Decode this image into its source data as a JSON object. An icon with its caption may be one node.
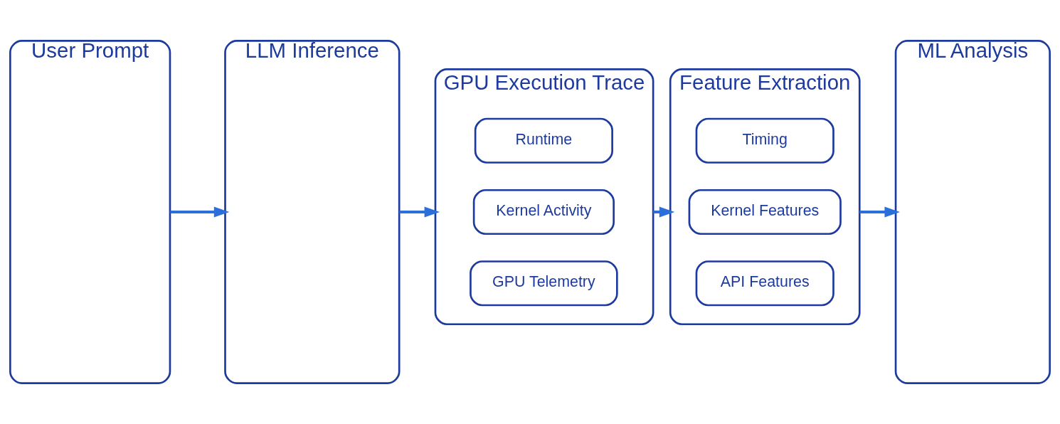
{
  "diagram": {
    "nodes": [
      {
        "text": [
          "User Prompt"
        ]
      },
      {
        "text": [
          "LLM Inference"
        ]
      },
      {
        "text": [
          "GPU Execution Trace"
        ]
      },
      {
        "text": [
          "Runtime"
        ],
        "in": 2
      },
      {
        "text": [
          "Kernel Activity"
        ],
        "in": 2
      },
      {
        "text": [
          "GPU Telemetry"
        ],
        "in": 2
      },
      {
        "text": [
          "Feature Extraction"
        ]
      },
      {
        "text": [
          "Timing"
        ],
        "in": 6
      },
      {
        "text": [
          "Kernel Features"
        ],
        "in": 6
      },
      {
        "text": [
          "API Features"
        ],
        "in": 6
      },
      {
        "text": [
          "ML Analysis"
        ]
      }
    ],
    "edges": [
      {
        "from": 0,
        "to": 1,
        "arrow": "to"
      },
      {
        "from": 1,
        "to": 2,
        "arrow": "to"
      },
      {
        "from": 2,
        "to": 6,
        "arrow": "to"
      },
      {
        "from": 6,
        "to": 10,
        "arrow": "to"
      }
    ]
  }
}
